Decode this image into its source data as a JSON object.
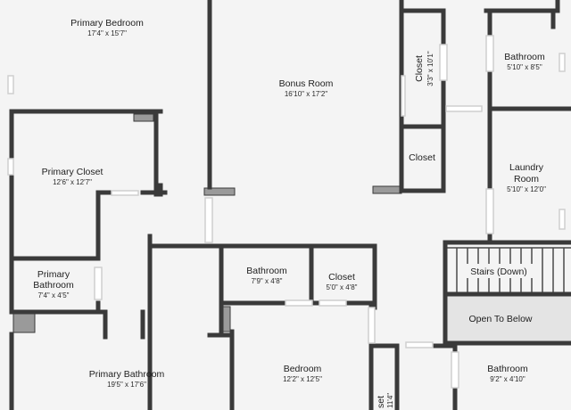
{
  "rooms": {
    "primary_bedroom": {
      "name": "Primary Bedroom",
      "size": "17'4\" x 15'7\""
    },
    "bonus_room": {
      "name": "Bonus Room",
      "size": "16'10\" x 17'2\""
    },
    "closet_top": {
      "name": "Closet",
      "size": "3'3\" x 10'1\""
    },
    "bathroom_top": {
      "name": "Bathroom",
      "size": "5'10\" x 8'5\""
    },
    "primary_closet": {
      "name": "Primary Closet",
      "size": "12'6\" x 12'7\""
    },
    "closet_mid": {
      "name": "Closet"
    },
    "laundry_room": {
      "name_line1": "Laundry",
      "name_line2": "Room",
      "size": "5'10\" x 12'0\""
    },
    "primary_bathroom_small": {
      "name_line1": "Primary",
      "name_line2": "Bathroom",
      "size": "7'4\" x 4'5\""
    },
    "bathroom_mid": {
      "name": "Bathroom",
      "size": "7'9\" x 4'8\""
    },
    "closet_small": {
      "name": "Closet",
      "size": "5'0\" x 4'8\""
    },
    "stairs": {
      "name": "Stairs (Down)"
    },
    "open_to_below": {
      "name": "Open To Below"
    },
    "primary_bathroom_large": {
      "name": "Primary Bathroom",
      "size": "19'5\" x 17'6\""
    },
    "bedroom": {
      "name": "Bedroom",
      "size": "12'2\" x 12'5\""
    },
    "closet_bottom": {
      "name": "set",
      "size": "11'4\""
    },
    "bathroom_bottom": {
      "name": "Bathroom",
      "size": "9'2\" x 4'10\""
    }
  },
  "colors": {
    "wall": "#3a3a3a",
    "floor": "#f4f4f4",
    "open_to_below_fill": "#e4e4e4"
  }
}
